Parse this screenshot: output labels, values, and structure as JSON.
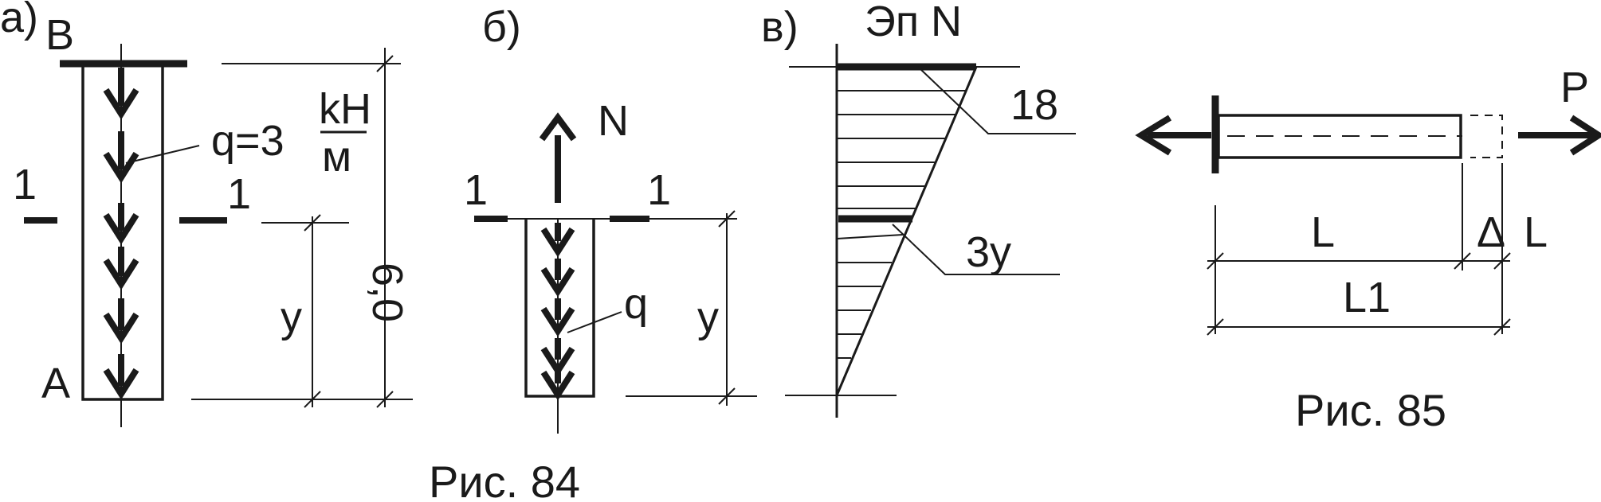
{
  "fig84": {
    "part_a": {
      "label": "а)",
      "top_point": "B",
      "bottom_point": "A",
      "load_q": "q=3",
      "load_unit_num": "kH",
      "load_unit_den": "м",
      "section_left": "1",
      "section_right": "1",
      "coord": "y",
      "length": "6,0"
    },
    "part_b": {
      "label": "б)",
      "force": "N",
      "section_left": "1",
      "section_right": "1",
      "load": "q",
      "coord": "y"
    },
    "part_v": {
      "label": "в)",
      "title": "Эп N",
      "top_value": "18",
      "mid_value": "3y"
    },
    "caption": "Рис. 84"
  },
  "fig85": {
    "force": "P",
    "length": "L",
    "delta_symbol": "Δ",
    "delta_var": "L",
    "total_length": "L1",
    "caption": "Рис. 85"
  }
}
